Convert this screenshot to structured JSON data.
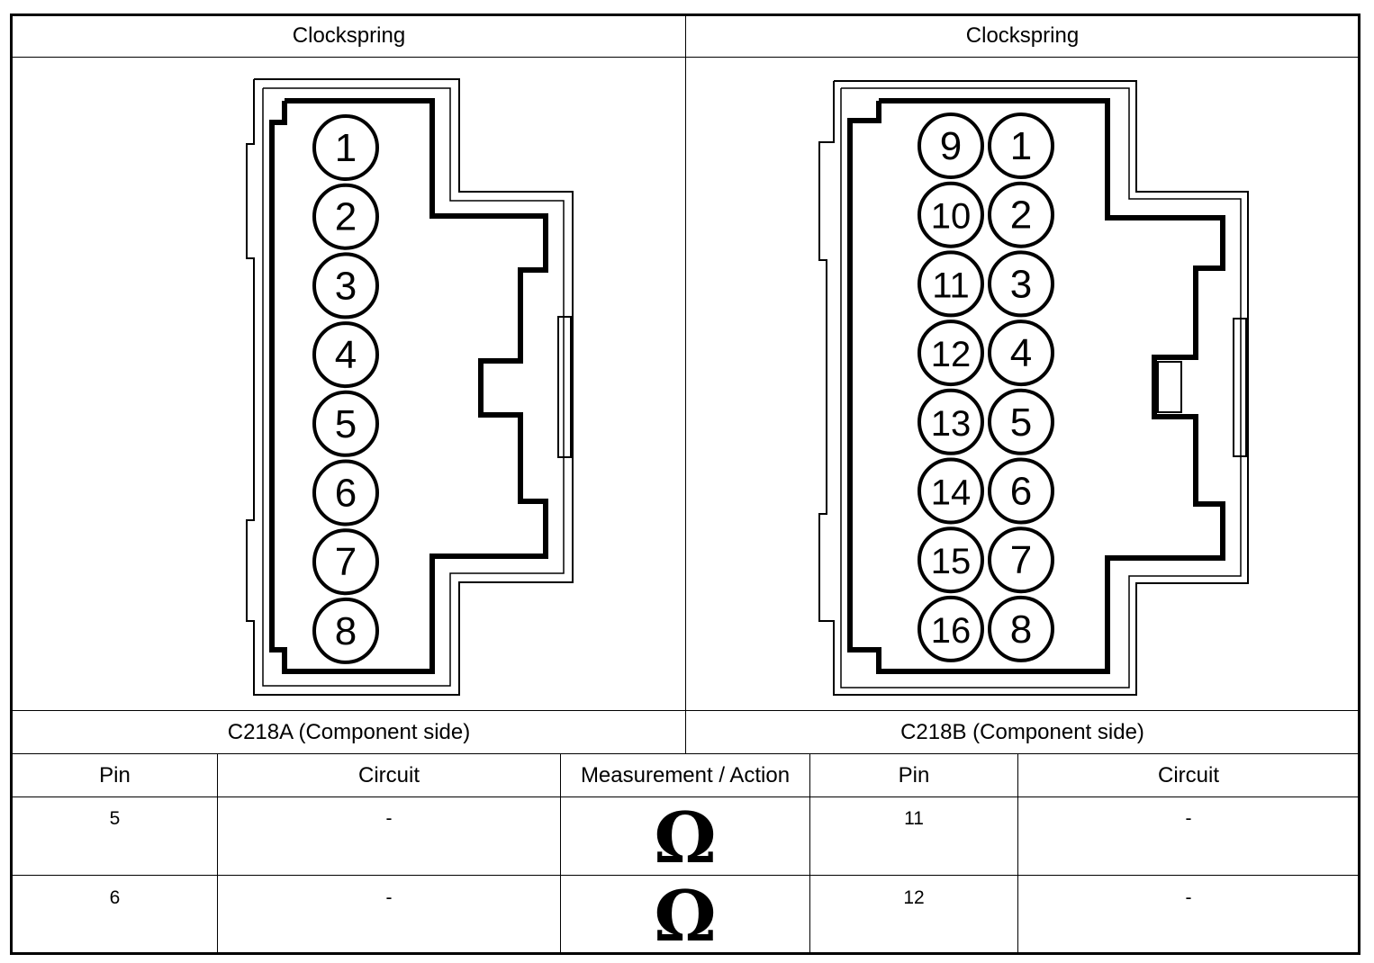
{
  "left_panel": {
    "title": "Clockspring",
    "caption": "C218A (Component side)",
    "pins": [
      "1",
      "2",
      "3",
      "4",
      "5",
      "6",
      "7",
      "8"
    ]
  },
  "right_panel": {
    "title": "Clockspring",
    "caption": "C218B (Component side)",
    "pins_left_column": [
      "9",
      "10",
      "11",
      "12",
      "13",
      "14",
      "15",
      "16"
    ],
    "pins_right_column": [
      "1",
      "2",
      "3",
      "4",
      "5",
      "6",
      "7",
      "8"
    ]
  },
  "table": {
    "headers": {
      "pin_a": "Pin",
      "circuit_a": "Circuit",
      "measurement": "Measurement / Action",
      "pin_b": "Pin",
      "circuit_b": "Circuit"
    },
    "rows": [
      {
        "pin_a": "5",
        "circuit_a": "-",
        "measurement_icon": "ohm-icon",
        "measurement_symbol": "Ω",
        "pin_b": "11",
        "circuit_b": "-"
      },
      {
        "pin_a": "6",
        "circuit_a": "-",
        "measurement_icon": "ohm-icon",
        "measurement_symbol": "Ω",
        "pin_b": "12",
        "circuit_b": "-"
      }
    ]
  }
}
